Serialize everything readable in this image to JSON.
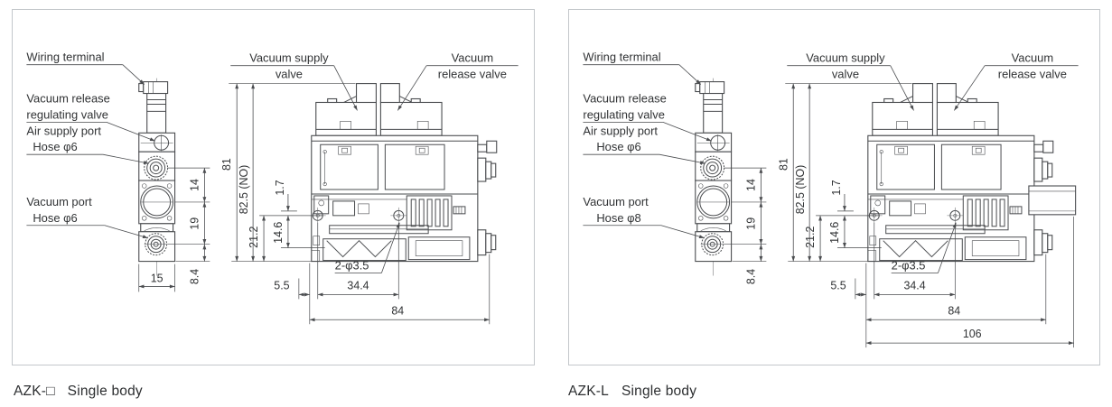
{
  "colors": {
    "background": "#ffffff",
    "frame_border": "#c3c7cb",
    "drawing_line": "#4a4c4f",
    "text": "#313335"
  },
  "panels": [
    {
      "caption": {
        "model": "AZK-□",
        "desc": "Single body"
      },
      "labels": {
        "wiring_terminal": "Wiring terminal",
        "vacuum_release_line1": "Vacuum release",
        "vacuum_release_line2": "regulating valve",
        "air_supply_port": "Air supply port",
        "air_supply_hose": "Hose φ6",
        "vacuum_port": "Vacuum port",
        "vacuum_port_hose": "Hose φ6",
        "supply_valve_line1": "Vacuum supply",
        "supply_valve_line2": "valve",
        "release_valve_line1": "Vacuum",
        "release_valve_line2": "release valve"
      },
      "dims": {
        "total_height": "81",
        "height_no": "82.5 (NO)",
        "top_offset": "1.7",
        "hole_center_height": "21.2",
        "port_center_height": "14.6",
        "side_air_to_pad": "14",
        "side_pad_to_vac": "19",
        "side_vac_to_bottom": "8.4",
        "side_width": "15",
        "mount_holes": "2-φ3.5",
        "left_offset": "5.5",
        "hole_pitch": "34.4",
        "body_width": "84"
      }
    },
    {
      "caption": {
        "model": "AZK-L",
        "desc": "Single body"
      },
      "labels": {
        "wiring_terminal": "Wiring terminal",
        "vacuum_release_line1": "Vacuum release",
        "vacuum_release_line2": "regulating valve",
        "air_supply_port": "Air supply port",
        "air_supply_hose": "Hose φ6",
        "vacuum_port": "Vacuum port",
        "vacuum_port_hose": "Hose φ8",
        "supply_valve_line1": "Vacuum supply",
        "supply_valve_line2": "valve",
        "release_valve_line1": "Vacuum",
        "release_valve_line2": "release valve"
      },
      "dims": {
        "total_height": "81",
        "height_no": "82.5 (NO)",
        "top_offset": "1.7",
        "hole_center_height": "21.2",
        "port_center_height": "14.6",
        "side_air_to_pad": "14",
        "side_pad_to_vac": "19",
        "side_vac_to_bottom": "8.4",
        "mount_holes": "2-φ3.5",
        "left_offset": "5.5",
        "hole_pitch": "34.4",
        "body_width": "84",
        "overall_width": "106"
      }
    }
  ]
}
